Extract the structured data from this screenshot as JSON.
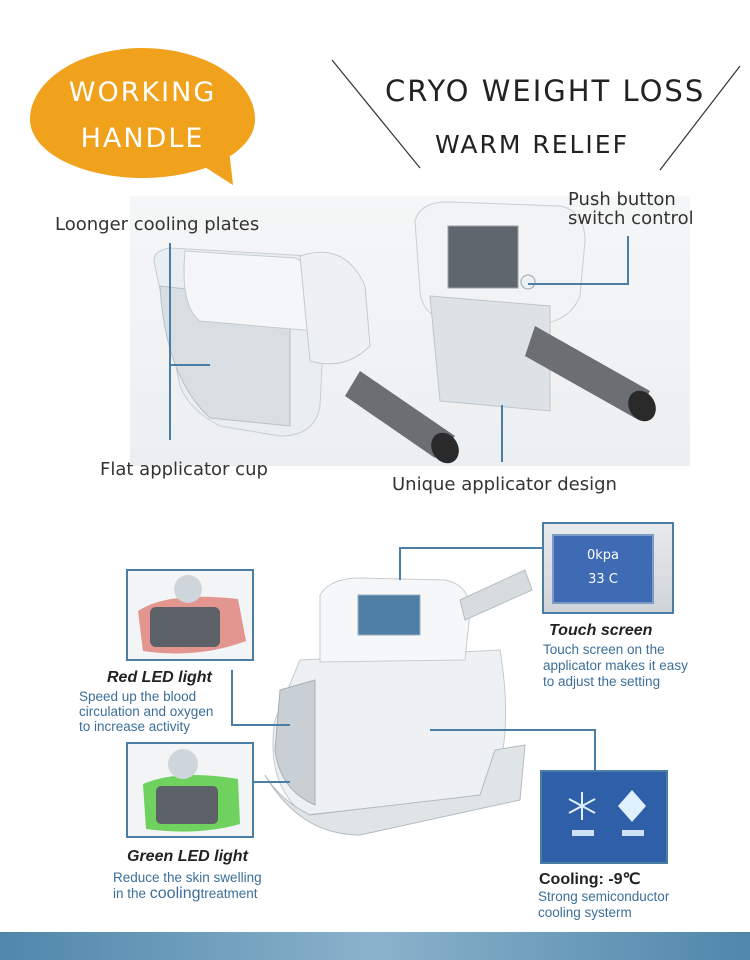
{
  "badge": {
    "line1": "WORKING",
    "line2": "HANDLE"
  },
  "header": {
    "title": "CRYO WEIGHT LOSS",
    "subtitle": "WARM RELIEF"
  },
  "top_labels": {
    "cooling_plates": "Loonger cooling plates",
    "push_button_1": "Push button",
    "push_button_2": "switch control",
    "flat_cup": "Flat applicator cup",
    "unique_design": "Unique applicator design"
  },
  "touch_screen": {
    "title": "Touch screen",
    "desc1": "Touch screen on the",
    "desc2": "applicator makes it easy",
    "desc3": "to adjust the setting",
    "readout1": "0kpa",
    "readout2": "33 C"
  },
  "red_led": {
    "title": "Red LED light",
    "desc1": "Speed up the blood",
    "desc2": "circulation and oxygen",
    "desc3": "to increase activity"
  },
  "green_led": {
    "title": "Green LED light",
    "desc1": "Reduce the skin swelling",
    "desc2a": "in the ",
    "desc2b": "cooling",
    "desc2c": "treatment"
  },
  "cooling": {
    "title": "Cooling: -9℃",
    "desc1": "Strong semiconductor",
    "desc2": "cooling systerm"
  },
  "colors": {
    "badge": "#f0a21c",
    "connector": "#4a7ea6",
    "caption_text": "#3b6f9a",
    "bottom_bar": "#4f87ab"
  }
}
